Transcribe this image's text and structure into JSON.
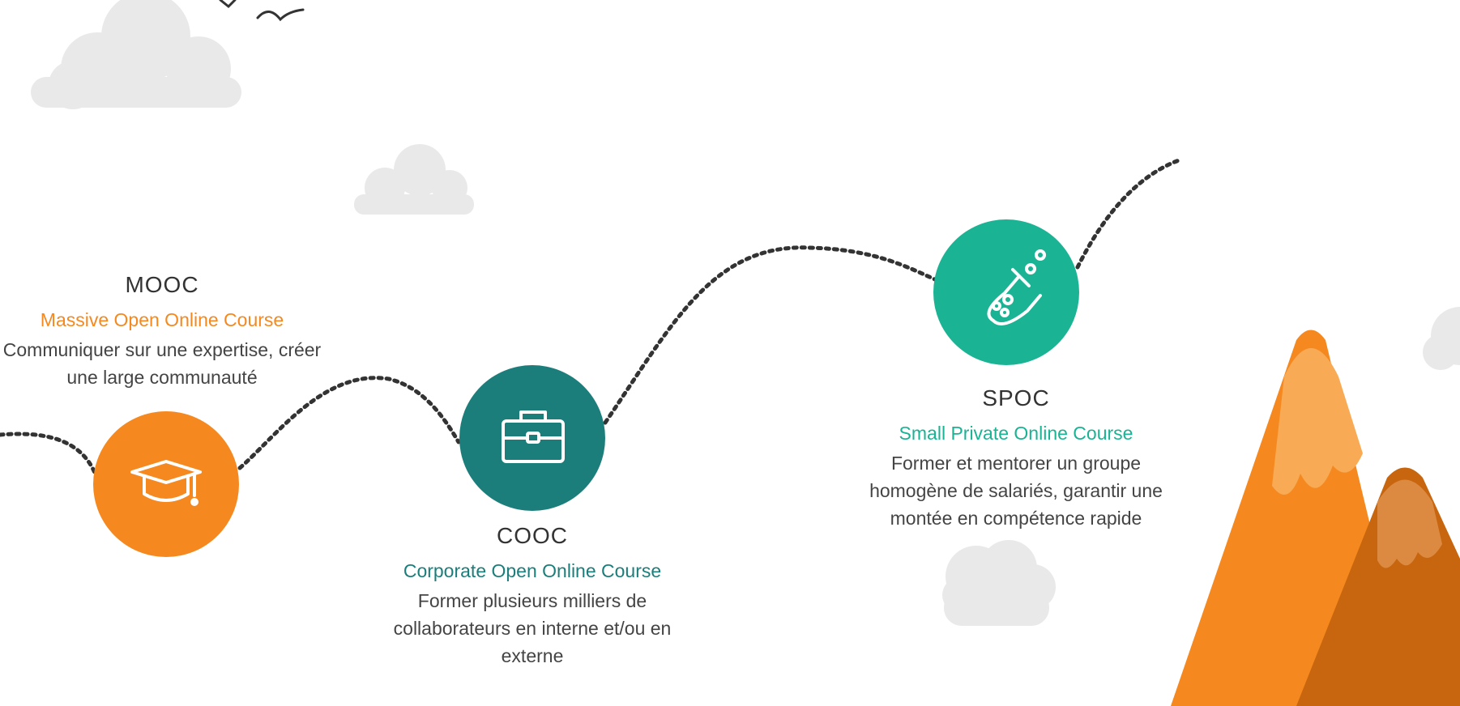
{
  "colors": {
    "orange": "#f5891f",
    "teal_dark": "#1b7e7b",
    "teal": "#1ab394",
    "cloud": "#e9e9e9",
    "mountain_light": "#f8aa55",
    "mountain_dark": "#c7660e",
    "path": "#333333"
  },
  "courses": [
    {
      "id": "mooc",
      "title": "MOOC",
      "subtitle": "Massive Open Online Course",
      "description": "Communiquer sur une expertise, créer une large communauté",
      "icon": "graduation-cap-icon",
      "color": "#f5891f"
    },
    {
      "id": "cooc",
      "title": "COOC",
      "subtitle": "Corporate Open Online Course",
      "description": "Former plusieurs milliers de collaborateurs en interne et/ou en externe",
      "icon": "briefcase-icon",
      "color": "#1b7e7b"
    },
    {
      "id": "spoc",
      "title": "SPOC",
      "subtitle": "Small Private Online Course",
      "description": "Former et mentorer un groupe homogène de salariés, garantir une montée en compétence rapide",
      "icon": "flask-icon",
      "color": "#1ab394"
    }
  ]
}
